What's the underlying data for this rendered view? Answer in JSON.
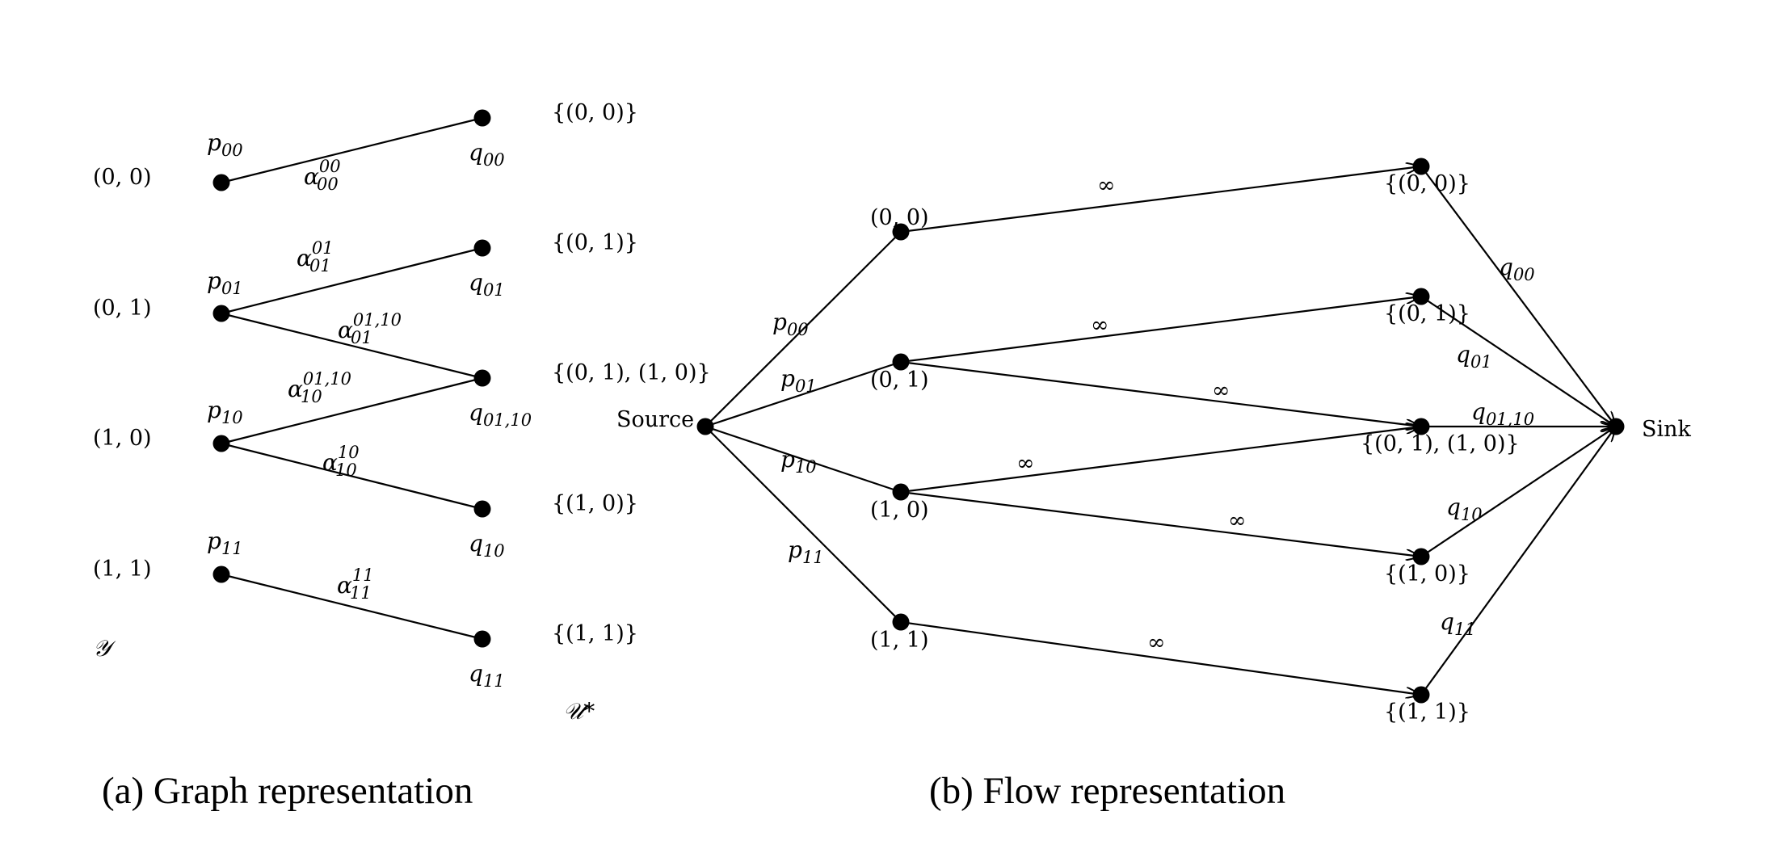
{
  "graph": {
    "caption": "(a) Graph representation",
    "left_label": "𝒴",
    "right_label": "𝒰*",
    "left_nodes": [
      {
        "label": "(0, 0)",
        "p": "p",
        "p_sub": "00"
      },
      {
        "label": "(0, 1)",
        "p": "p",
        "p_sub": "01"
      },
      {
        "label": "(1, 0)",
        "p": "p",
        "p_sub": "10"
      },
      {
        "label": "(1, 1)",
        "p": "p",
        "p_sub": "11"
      }
    ],
    "right_nodes": [
      {
        "label": "{(0, 0)}",
        "q": "q",
        "q_sub": "00"
      },
      {
        "label": "{(0, 1)}",
        "q": "q",
        "q_sub": "01"
      },
      {
        "label": "{(0, 1), (1, 0)}",
        "q": "q",
        "q_sub": "01,10"
      },
      {
        "label": "{(1, 0)}",
        "q": "q",
        "q_sub": "10"
      },
      {
        "label": "{(1, 1)}",
        "q": "q",
        "q_sub": "11"
      }
    ],
    "edges": [
      {
        "from": 0,
        "to": 0,
        "sym": "α",
        "sup": "00",
        "sub": "00"
      },
      {
        "from": 1,
        "to": 1,
        "sym": "α",
        "sup": "01",
        "sub": "01"
      },
      {
        "from": 1,
        "to": 2,
        "sym": "α",
        "sup": "01,10",
        "sub": "01"
      },
      {
        "from": 2,
        "to": 2,
        "sym": "α",
        "sup": "01,10",
        "sub": "10"
      },
      {
        "from": 2,
        "to": 3,
        "sym": "α",
        "sup": "10",
        "sub": "10"
      },
      {
        "from": 3,
        "to": 4,
        "sym": "α",
        "sup": "11",
        "sub": "11"
      }
    ]
  },
  "flow": {
    "caption": "(b) Flow representation",
    "source_label": "Source",
    "sink_label": "Sink",
    "infinity": "∞",
    "mid_nodes": [
      {
        "label": "(0, 0)",
        "p": "p",
        "p_sub": "00"
      },
      {
        "label": "(0, 1)",
        "p": "p",
        "p_sub": "01"
      },
      {
        "label": "(1, 0)",
        "p": "p",
        "p_sub": "10"
      },
      {
        "label": "(1, 1)",
        "p": "p",
        "p_sub": "11"
      }
    ],
    "set_nodes": [
      {
        "label": "{(0, 0)}",
        "q": "q",
        "q_sub": "00"
      },
      {
        "label": "{(0, 1)}",
        "q": "q",
        "q_sub": "01"
      },
      {
        "label": "{(0, 1), (1, 0)}",
        "q": "q",
        "q_sub": "01,10"
      },
      {
        "label": "{(1, 0)}",
        "q": "q",
        "q_sub": "10"
      },
      {
        "label": "{(1, 1)}",
        "q": "q",
        "q_sub": "11"
      }
    ],
    "inf_edges": [
      [
        0,
        0
      ],
      [
        1,
        1
      ],
      [
        1,
        2
      ],
      [
        2,
        2
      ],
      [
        2,
        3
      ],
      [
        3,
        4
      ]
    ]
  }
}
